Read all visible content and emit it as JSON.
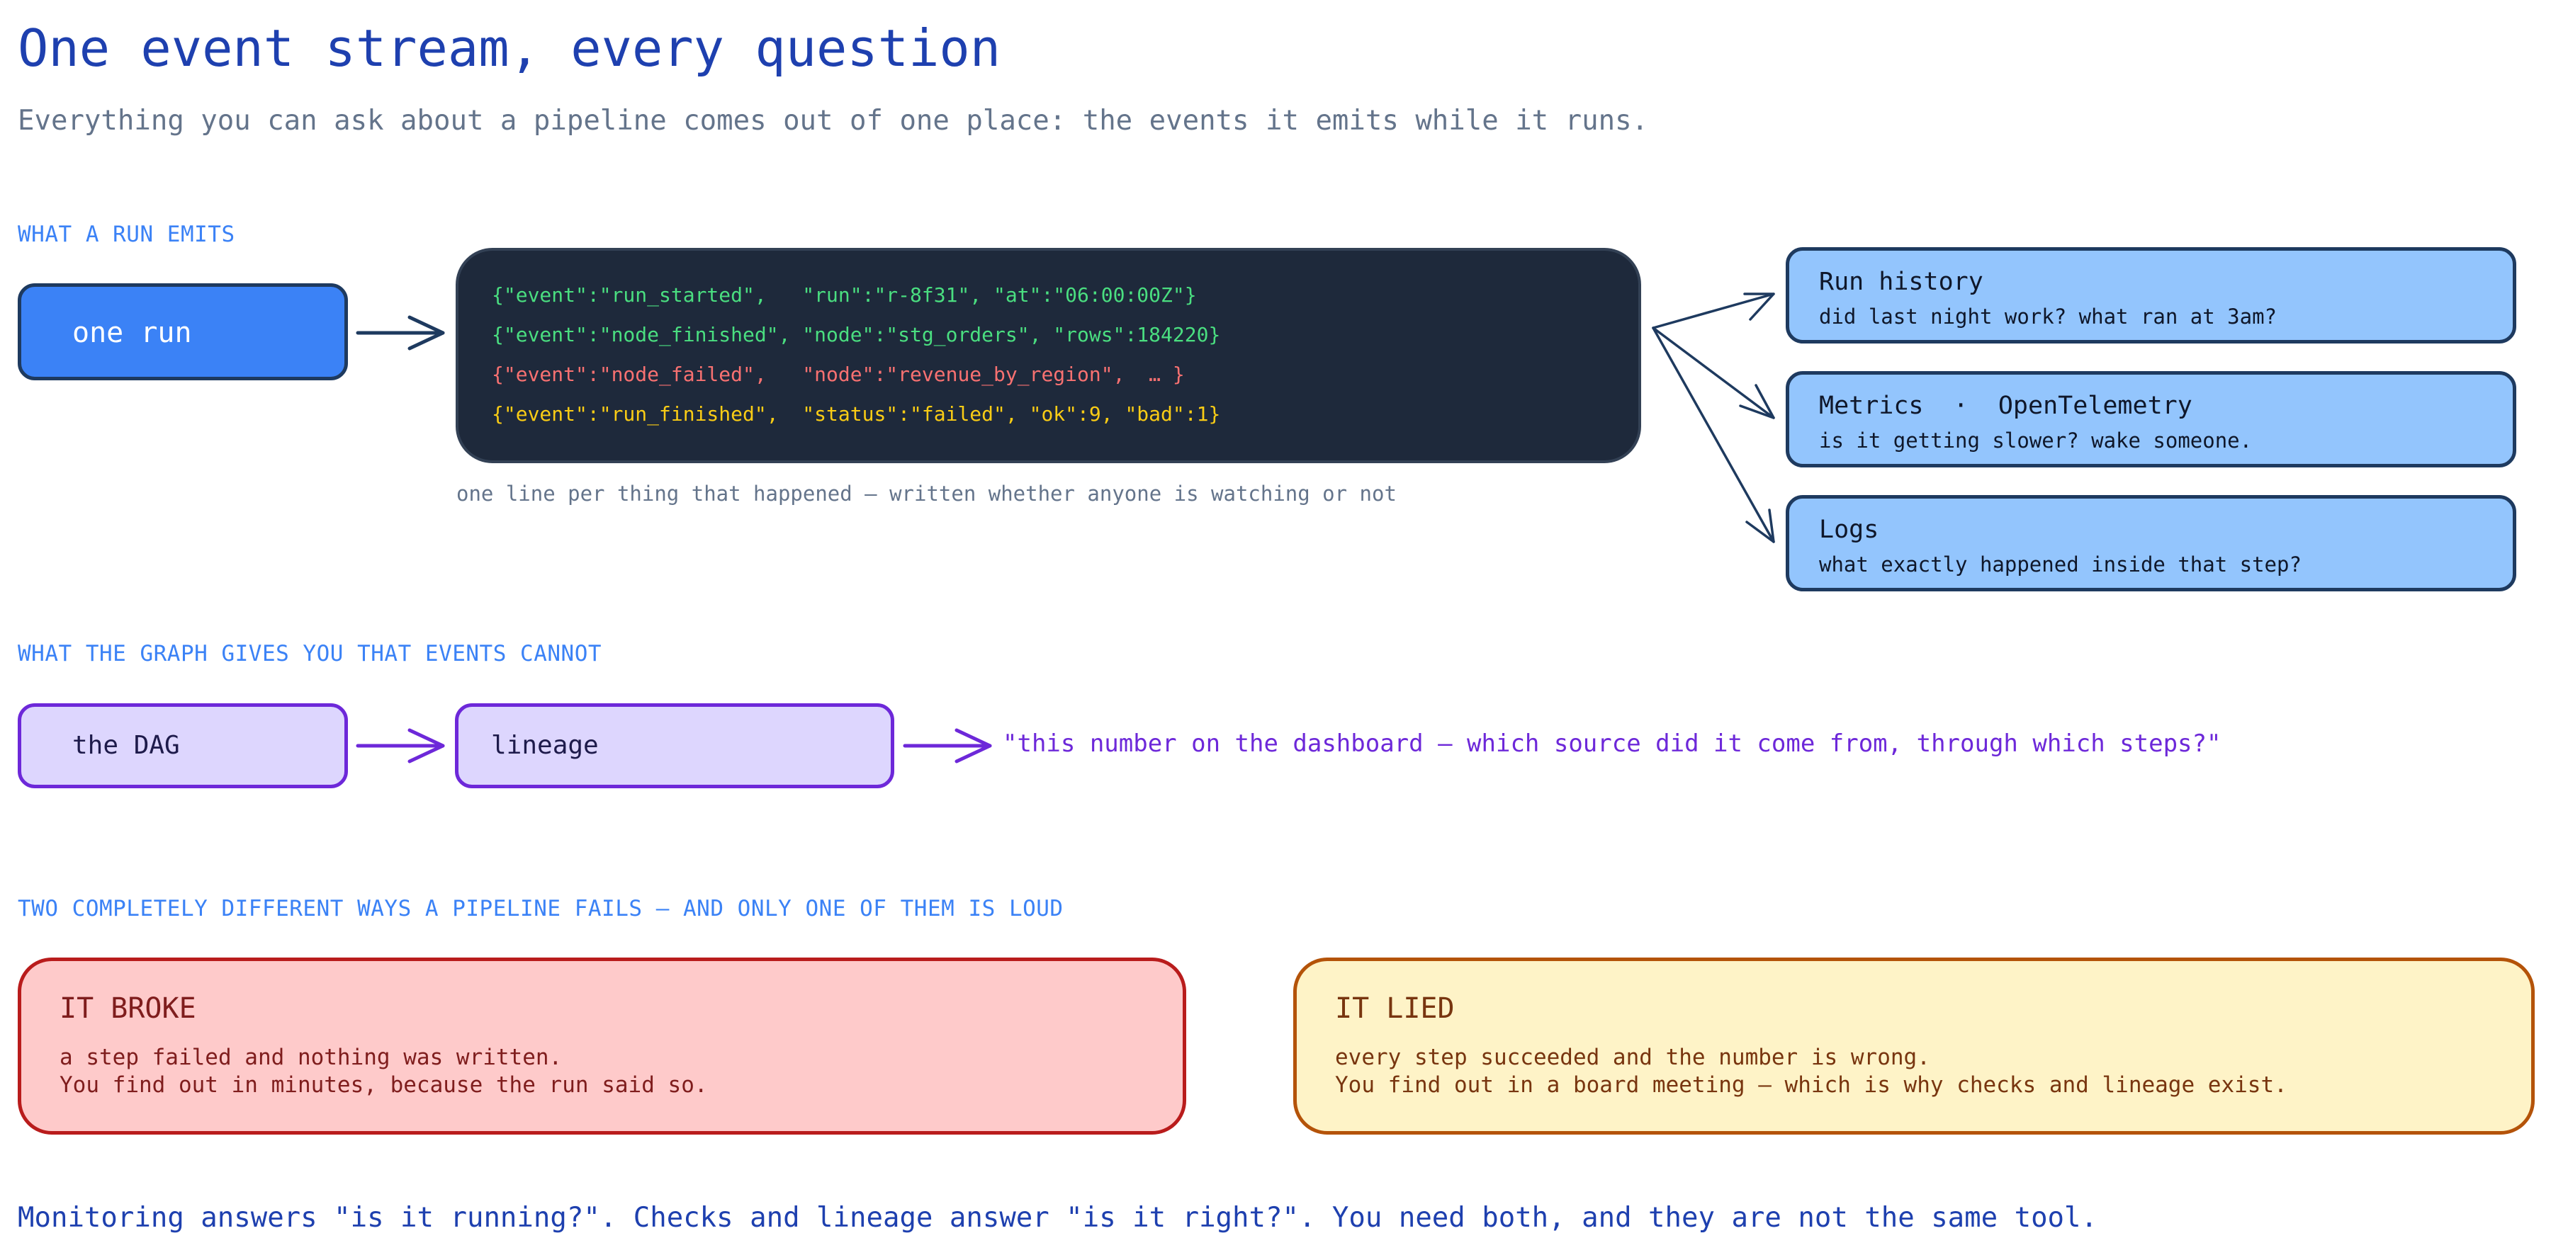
{
  "header": {
    "title": "One event stream, every question",
    "subtitle": "Everything you can ask about a pipeline comes out of one place: the events it emits while it runs."
  },
  "emits": {
    "section_label": "WHAT A RUN EMITS",
    "run_label": "one run",
    "event_lines": [
      {
        "text": "{\"event\":\"run_started\",   \"run\":\"r-8f31\", \"at\":\"06:00:00Z\"}",
        "color": "#4ade80"
      },
      {
        "text": "{\"event\":\"node_finished\", \"node\":\"stg_orders\", \"rows\":184220}",
        "color": "#4ade80"
      },
      {
        "text": "{\"event\":\"node_failed\",   \"node\":\"revenue_by_region\",  … }",
        "color": "#f87171"
      },
      {
        "text": "{\"event\":\"run_finished\",  \"status\":\"failed\", \"ok\":9, \"bad\":1}",
        "color": "#facc15"
      }
    ],
    "caption": "one line per thing that happened — written whether anyone is watching or not",
    "outputs": [
      {
        "title": "Run history",
        "subtitle": "did last night work? what ran at 3am?"
      },
      {
        "title": "Metrics  ·  OpenTelemetry",
        "subtitle": "is it getting slower? wake someone."
      },
      {
        "title": "Logs",
        "subtitle": "what exactly happened inside that step?"
      }
    ]
  },
  "graph": {
    "section_label": "WHAT THE GRAPH GIVES YOU THAT EVENTS CANNOT",
    "dag_label": "the DAG",
    "lineage_label": "lineage",
    "quote": "\"this number on the dashboard — which source did it come from, through which steps?\""
  },
  "fails": {
    "section_label": "TWO COMPLETELY DIFFERENT WAYS A PIPELINE FAILS — AND ONLY ONE OF THEM IS LOUD",
    "broke": {
      "title": "IT BROKE",
      "line1": "a step failed and nothing was written.",
      "line2": "You find out in minutes, because the run said so."
    },
    "lied": {
      "title": "IT LIED",
      "line1": "every step succeeded and the number is wrong.",
      "line2": "You find out in a board meeting — which is why checks and lineage exist."
    }
  },
  "footer": {
    "text": "Monitoring answers \"is it running?\". Checks and lineage answer \"is it right?\". You need both, and they are not the same tool."
  },
  "colors": {
    "title": "#1e40af",
    "section": "#3b82f6",
    "navy_stroke": "#1e3a5f",
    "purple": "#6d28d9",
    "event_ok": "#4ade80",
    "event_fail": "#f87171",
    "event_status": "#facc15"
  }
}
